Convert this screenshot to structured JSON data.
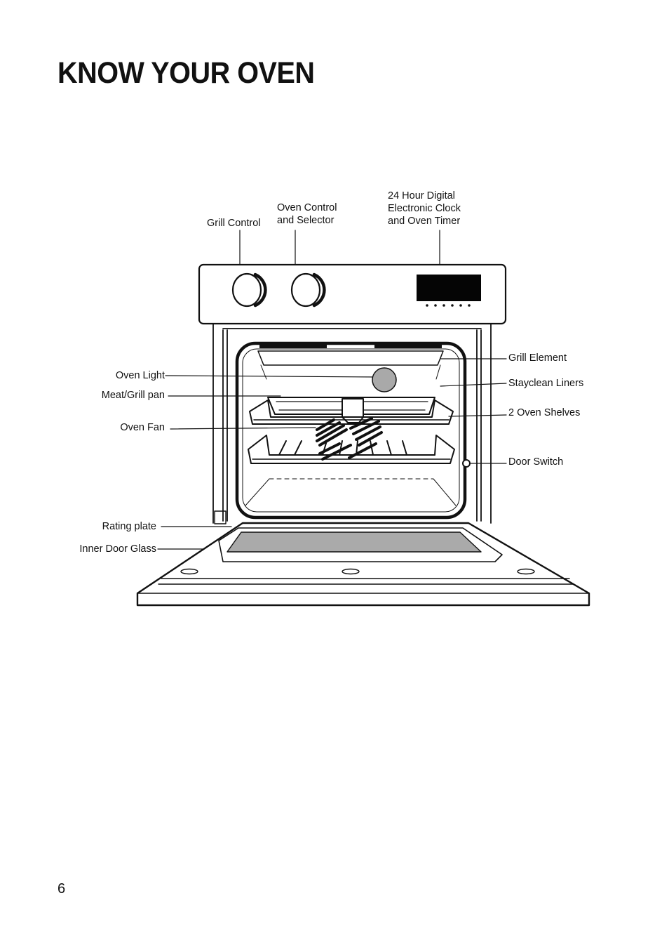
{
  "page": {
    "title": "KNOW YOUR OVEN",
    "page_number": "6"
  },
  "labels": {
    "grill_control": "Grill Control",
    "oven_control": "Oven Control\nand Selector",
    "clock_timer": "24 Hour Digital\nElectronic Clock\nand Oven Timer",
    "grill_element": "Grill Element",
    "stayclean_liners": "Stayclean Liners",
    "oven_shelves": "2 Oven Shelves",
    "door_switch": "Door Switch",
    "oven_light": "Oven Light",
    "meat_grill_pan": "Meat/Grill pan",
    "oven_fan": "Oven Fan",
    "rating_plate": "Rating plate",
    "inner_door_glass": "Inner Door Glass"
  }
}
